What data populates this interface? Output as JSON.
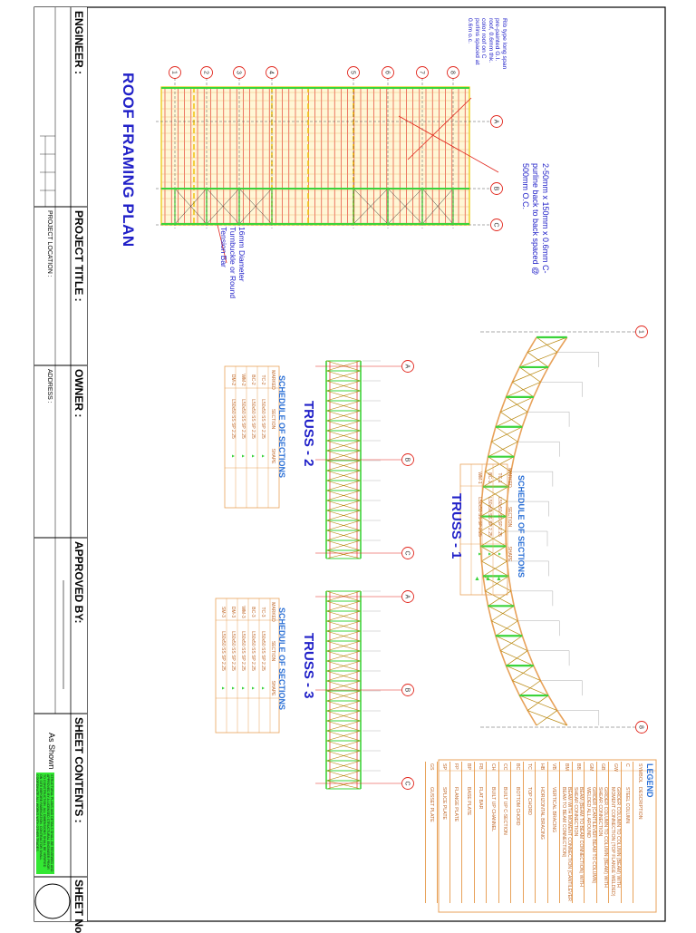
{
  "title_block": {
    "engineer": "ENGINEER :",
    "project_title": "PROJECT TITLE :",
    "project_location": "PROJECT LOCATION :",
    "owner": "OWNER :",
    "address": "ADDRESS :",
    "approved_by": "APPROVED BY:",
    "sheet_contents": "SHEET CONTENTS :",
    "scale_note": "As Shown",
    "sheet_no": "SHEET No"
  },
  "roof_plan": {
    "title": "ROOF FRAMING PLAN",
    "grid_numbers": [
      "1",
      "2",
      "3",
      "4",
      "5",
      "6",
      "7",
      "8"
    ],
    "grid_letters": [
      "A",
      "B",
      "C"
    ],
    "note_roof": "Rib type long span pre-painted G.I. roof, 0.6mm thk. color roof on C purlins spaced at 0.6m o.c.",
    "note_purlin": "2-50mm x 150mm x 0.6mm C-purline back to back spaced @ 500mm O.C.",
    "note_tension": "16mm Diameter Turnbuckle or Round Tension Bar"
  },
  "truss1": {
    "title": "TRUSS - 1",
    "grid": [
      "1",
      "8"
    ],
    "schedule_title": "SCHEDULE OF SECTIONS",
    "headers": [
      "MARKED",
      "SECTION",
      "SHAPE"
    ],
    "rows": [
      [
        "TC-1",
        "L50x50 SS SP 2.25",
        "▲"
      ],
      [
        "BC-1",
        "L50x50 SS SP 2.25",
        "▲"
      ],
      [
        "WM-1",
        "L50x50 SS SP 2.25",
        "▲"
      ]
    ]
  },
  "truss2": {
    "title": "TRUSS - 2",
    "grid": [
      "A",
      "B",
      "C"
    ],
    "schedule_title": "SCHEDULE OF SECTIONS",
    "headers": [
      "MARKED",
      "SECTION",
      "SHAPE"
    ],
    "rows": [
      [
        "TC-2",
        "L50x50 SS SP 2.25",
        "▲"
      ],
      [
        "BC-2",
        "L50x50 SS SP 2.25",
        "▲"
      ],
      [
        "WM-2",
        "L50x50 SS SP 2.25",
        "▲"
      ],
      [
        "DM-2",
        "L50x50 SS SP 2.25",
        "▲"
      ]
    ]
  },
  "truss3": {
    "title": "TRUSS - 3",
    "grid": [
      "A",
      "B",
      "C"
    ],
    "schedule_title": "SCHEDULE OF SECTIONS",
    "headers": [
      "MARKED",
      "SECTION",
      "SHAPE"
    ],
    "rows": [
      [
        "TC-3",
        "L50x50 SS SP 2.25",
        "▲"
      ],
      [
        "BC-3",
        "L50x50 SS SP 2.25",
        "▲"
      ],
      [
        "WM-3",
        "L50x50 SS SP 2.25",
        "▲"
      ],
      [
        "DM-3",
        "L50x50 SS SP 2.25",
        "▲"
      ],
      [
        "SM-3",
        "L50x50 SS SP 2.25",
        "▲"
      ]
    ]
  },
  "legend": {
    "title": "LEGEND",
    "headers": [
      "SYMBOL",
      "DESCRIPTION"
    ],
    "rows": [
      [
        "C",
        "STEEL COLUMN"
      ],
      [
        "GW",
        "GIRDER COLUMN TO COLUMN (BEAM) WITH MOMENT CONNECTION (TOP FLANGE WELDED)"
      ],
      [
        "GB",
        "GIRDER COLUMN TO COLUMN (BEAM) WITH SHEAR CONNECTION"
      ],
      [
        "GM",
        "GIRDER (CANTILEVER BEAM TO COLUMN) WELDED ALL AROUND"
      ],
      [
        "BB",
        "BEAM (BEAM TO BEAM CONNECTION) WITH SHEAR CONNECTION"
      ],
      [
        "BM",
        "BEAM WITH MOMENT CONNECTION (CANTILEVER BEAM TO BEAM CONNECTION)"
      ],
      [
        "VB",
        "VERTICAL BRACING"
      ],
      [
        "HB",
        "HORIZONTAL BRACING"
      ],
      [
        "TC",
        "TOP CHORD"
      ],
      [
        "BC",
        "BOTTOM CHORD"
      ],
      [
        "CC",
        "BUILT UP C-SECTION"
      ],
      [
        "CH",
        "BUILT UP CHANNEL"
      ],
      [
        "FB",
        "FLAT BAR"
      ],
      [
        "BP",
        "BASE PLATE"
      ],
      [
        "FP",
        "FLANGE PLATE"
      ],
      [
        "SP",
        "SPLICE PLATE"
      ],
      [
        "GS",
        "GUSSET PLATE"
      ]
    ]
  },
  "green_stamp": "STRUCTURAL PLANS AND DETAILS SHALL BE REVIEWED AND APPROVED BY A LICENSED STRUCTURAL ENGINEER PRIOR TO CONSTRUCTION. ALL DIMENSIONS SHALL BE VERIFIED ON SITE BEFORE FABRICATION. CONTRACTOR SHALL COORDINATE ALL WORKS WITH OTHER TRADES.",
  "palette": {
    "red": "#e1251b",
    "orange": "#e8a25a",
    "green": "#3bd43b",
    "blue": "#2020c8",
    "grid": "#ffffff"
  }
}
